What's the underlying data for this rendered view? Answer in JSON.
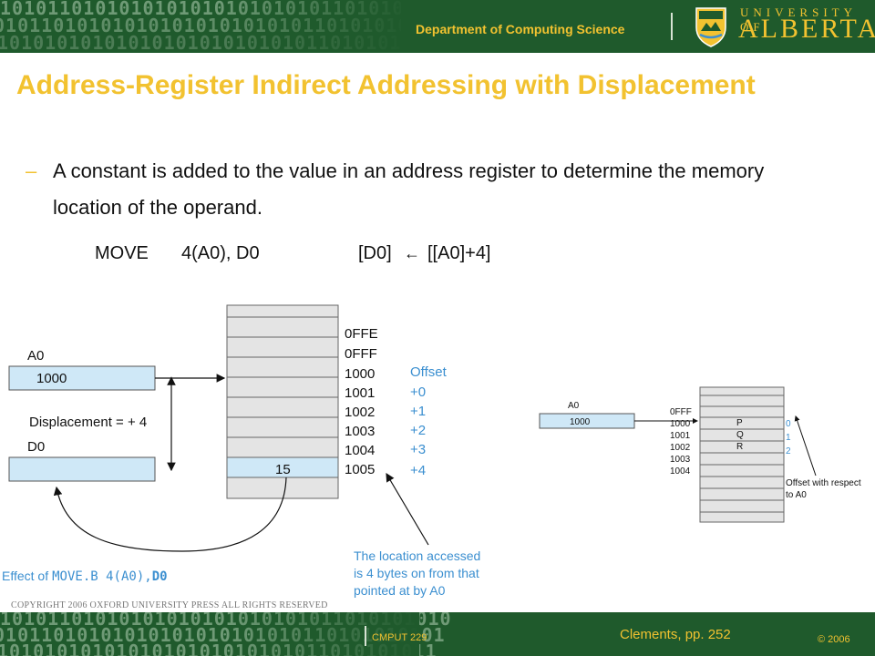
{
  "header": {
    "binary_rows": [
      "10101101010101010101010101011010101010",
      "01011010101010101010101010110101010101",
      "1010101010101010101010101011010101011"
    ],
    "department": "Department of Computing Science",
    "university_small": "UNIVERSITY OF",
    "university_large": "ALBERTA"
  },
  "slide": {
    "title": "Address-Register Indirect Addressing with Displacement",
    "bullet_dash": "–",
    "bullet": "A constant is added to the value in an address register to determine the memory location of the operand.",
    "instr_op": "MOVE",
    "instr_args": "4(A0), D0",
    "instr_rtl_left": "[D0]",
    "instr_rtl_arrow": "←",
    "instr_rtl_right": "[[A0]+4]"
  },
  "diagram_left": {
    "a0_label": "A0",
    "a0_value": "1000",
    "displacement_label": "Displacement = + 4",
    "d0_label": "D0",
    "addresses": [
      "0FFE",
      "0FFF",
      "1000",
      "1001",
      "1002",
      "1003",
      "1004",
      "1005"
    ],
    "offset_title": "Offset",
    "offsets": [
      "+0",
      "+1",
      "+2",
      "+3",
      "+4"
    ],
    "cell_value": "15",
    "note": [
      "The location accessed",
      "is 4 bytes on from that",
      "pointed at by A0"
    ],
    "effect_prefix": "Effect of",
    "effect_code": "MOVE.B 4(A0),",
    "effect_code_bold": "D0"
  },
  "diagram_right": {
    "a0_label": "A0",
    "a0_value": "1000",
    "addresses": [
      "0FFF",
      "1000",
      "1001",
      "1002",
      "1003",
      "1004"
    ],
    "cells": [
      "P",
      "Q",
      "R"
    ],
    "offsets": [
      "0",
      "1",
      "2"
    ],
    "note": [
      "Offset with respect",
      "to A0"
    ]
  },
  "copyright": "COPYRIGHT 2006 OXFORD UNIVERSITY PRESS ALL RIGHTS RESERVED",
  "footer": {
    "binary_rows": [
      "10101101010101010101010101011010101010",
      "01011010101010101010101010110101010101",
      "1010101010101010101010101011010101011"
    ],
    "course": "CMPUT 229",
    "citation": "Clements, pp. 252",
    "copyright": "© 2006"
  },
  "colors": {
    "green": "#1f5a2c",
    "gold": "#f2c230",
    "blue": "#3b8fd0",
    "cell_blue": "#cfe8f7"
  }
}
